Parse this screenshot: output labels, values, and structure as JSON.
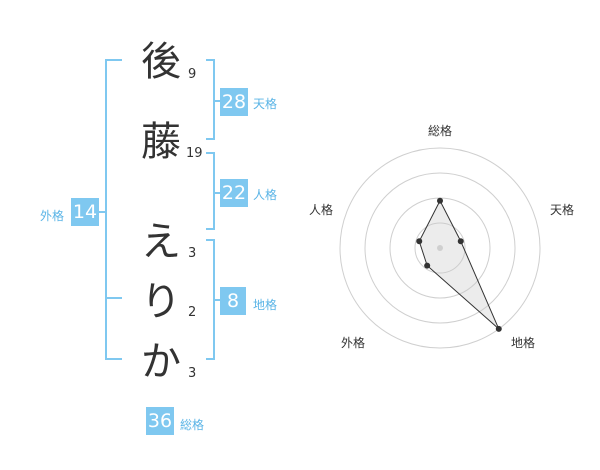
{
  "name": {
    "chars": [
      {
        "char": "後",
        "strokes": "9"
      },
      {
        "char": "藤",
        "strokes": "19"
      },
      {
        "char": "え",
        "strokes": "3"
      },
      {
        "char": "り",
        "strokes": "2"
      },
      {
        "char": "か",
        "strokes": "3"
      }
    ]
  },
  "kaku": {
    "ten": {
      "label": "天格",
      "value": "28"
    },
    "jin": {
      "label": "人格",
      "value": "22"
    },
    "chi": {
      "label": "地格",
      "value": "8"
    },
    "gai": {
      "label": "外格",
      "value": "14"
    },
    "sou": {
      "label": "総格",
      "value": "36"
    }
  },
  "colors": {
    "accent": "#7fc8f0",
    "bracket": "#7fc8f0",
    "label": "#5ab4e6"
  },
  "chart_data": {
    "type": "radar",
    "axes": [
      "総格",
      "天格",
      "地格",
      "外格",
      "人格"
    ],
    "values": [
      2.6,
      1.2,
      5.5,
      1.2,
      1.2
    ],
    "range": [
      0,
      5.5
    ],
    "rings": 4
  }
}
